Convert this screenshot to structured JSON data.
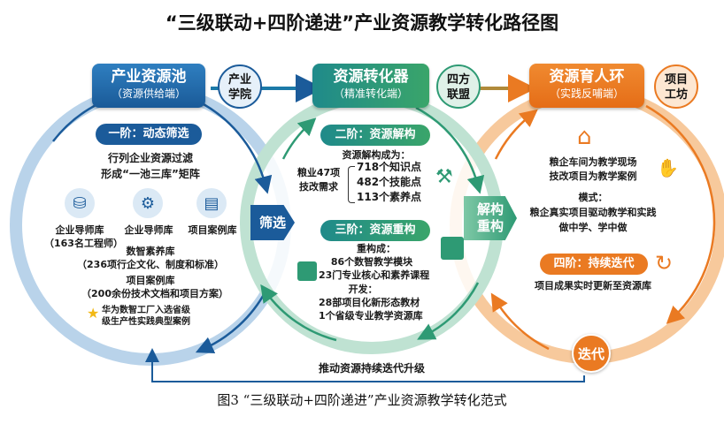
{
  "title": "“三级联动+四阶递进”产业资源教学转化路径图",
  "left": {
    "title": "产业资源池",
    "subtitle": "（资源供给端）",
    "badge": "产业\n学院",
    "stage": "一阶：动态筛选",
    "line1": "行列企业资源过滤",
    "line2": "形成“一池三库”矩阵",
    "icons": [
      {
        "icon": "database-icon",
        "label": "企业导师库"
      },
      {
        "icon": "user-gear-icon",
        "label": "企业导师库"
      },
      {
        "icon": "document-icon",
        "label": "项目案例库"
      }
    ],
    "mentor_count": "（163名工程师）",
    "lib2": "数智素养库",
    "lib2_detail": "（236项行企文化、制度和标准）",
    "lib3": "项目案例库",
    "lib3_detail": "（200余份技术文档和项目方案）",
    "note1": "华为数智工厂入选省级",
    "note2": "级生产性实践典型案例"
  },
  "arrow1": "筛选",
  "middle": {
    "title": "资源转化器",
    "subtitle": "（精准转化端）",
    "badge": "四方\n联盟",
    "stage2": "二阶：资源解构",
    "decompose": "资源解构成为：",
    "source1": "粮业47项",
    "source2": "技改需求",
    "points": [
      "718个知识点",
      "482个技能点",
      "113个素养点"
    ],
    "stage3": "三阶：资源重构",
    "rebuild": "重构成：",
    "rebuild_items": [
      "86个数智教学模块",
      "23门专业核心和素养课程"
    ],
    "develop": "开发：",
    "develop_items": [
      "28部项目化新形态教材",
      "1个省级专业教学资源库"
    ]
  },
  "arrow2": "解构\n重构",
  "right": {
    "title": "资源育人环",
    "subtitle": "（实践反哺端）",
    "badge": "项目\n工坊",
    "line1": "粮企车间为教学现场",
    "line2": "技改项目为教学案例",
    "mode": "模式：",
    "mode1": "粮企真实项目驱动教学和实践",
    "mode2": "做中学、学中做",
    "stage4": "四阶：持续迭代",
    "update": "项目成果实时更新至资源库"
  },
  "iterate": "迭代",
  "bottom": "推动资源持续迭代升级",
  "caption": "图3 “三级联动+四阶递进”产业资源教学转化范式",
  "colors": {
    "blue": "#1b5b9a",
    "green": "#2e9a74",
    "orange": "#ea7a22"
  }
}
